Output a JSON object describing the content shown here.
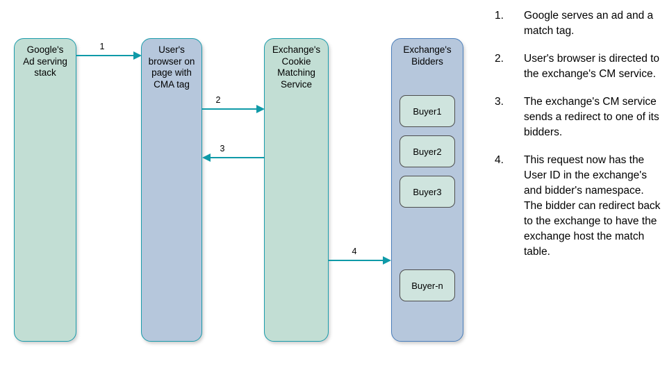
{
  "diagram": {
    "columns": [
      {
        "id": "google-ad-serving-stack",
        "title": "Google's\nAd serving\nstack",
        "fill": "#c2ded4",
        "border": "#1a9bab"
      },
      {
        "id": "user-browser",
        "title": "User's\nbrowser on\npage with\nCMA tag",
        "fill": "#b6c7dc",
        "border": "#1a9bab"
      },
      {
        "id": "exchange-cookie-matching-service",
        "title": "Exchange's\nCookie\nMatching\nService",
        "fill": "#c2ded4",
        "border": "#1a9bab"
      },
      {
        "id": "exchange-bidders",
        "title": "Exchange's\nBidders",
        "fill": "#b6c7dc",
        "border": "#4a7ebb"
      }
    ],
    "buyers": [
      {
        "label": "Buyer1"
      },
      {
        "label": "Buyer2"
      },
      {
        "label": "Buyer3"
      },
      {
        "label": "Buyer-n"
      }
    ],
    "arrows": [
      {
        "label": "1",
        "direction": "right",
        "from": "google-ad-serving-stack",
        "to": "user-browser"
      },
      {
        "label": "2",
        "direction": "right",
        "from": "user-browser",
        "to": "exchange-cookie-matching-service"
      },
      {
        "label": "3",
        "direction": "left",
        "from": "exchange-cookie-matching-service",
        "to": "user-browser"
      },
      {
        "label": "4",
        "direction": "right",
        "from": "exchange-cookie-matching-service",
        "to": "exchange-bidders"
      }
    ],
    "arrow_color": "#0f9aa8"
  },
  "legend": {
    "items": [
      {
        "number": "1.",
        "text": "Google serves an ad and a match tag."
      },
      {
        "number": "2.",
        "text": "User's browser is directed to the exchange's CM service."
      },
      {
        "number": "3.",
        "text": "The exchange's CM service sends a redirect to one of its bidders."
      },
      {
        "number": "4.",
        "text": "This request now has the User ID in the exchange's and bidder's namespace. The bidder can redirect back to the exchange to have the exchange host the match table."
      }
    ]
  }
}
